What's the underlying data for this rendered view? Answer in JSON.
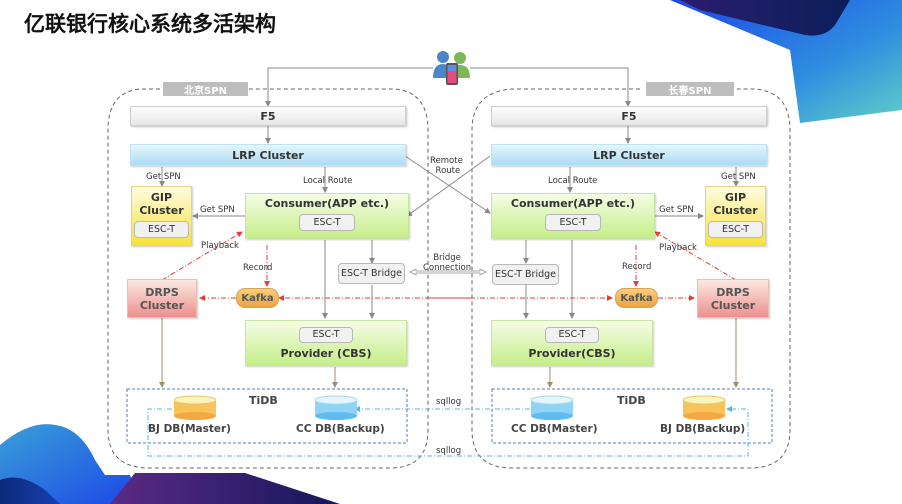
{
  "title": "亿联银行核心系统多活架构",
  "colors": {
    "lrp": "#a9dcf3",
    "gip": "#f7e23c",
    "consumer": "#c5ee88",
    "drps": "#ee8f8f",
    "kafka": "#eca43d",
    "record_arrow": "#e63b3b",
    "sqllog_arrow": "#4fb8e6",
    "tidb_border": "#4f7fb8",
    "region_border": "#666666",
    "accent_blue": "#1c5af0",
    "accent_purple": "#3c1e72"
  },
  "user_icon": "user-with-phone-icon",
  "regions": [
    {
      "name": "北京SPN",
      "f5": "F5",
      "lrp": "LRP Cluster",
      "gip": {
        "line1": "GIP",
        "line2": "Cluster",
        "esc": "ESC-T"
      },
      "consumer": {
        "label": "Consumer(APP etc.)",
        "esc": "ESC-T"
      },
      "bridge": "ESC-T Bridge",
      "provider": {
        "label": "Provider (CBS)",
        "esc": "ESC-T"
      },
      "drps": {
        "line1": "DRPS",
        "line2": "Cluster"
      },
      "kafka": "Kafka",
      "tidb": "TiDB",
      "db_left": "BJ DB(Master)",
      "db_right": "CC DB(Backup)",
      "labels": {
        "get_spn_top": "Get SPN",
        "get_spn_side": "Get SPN",
        "local_route": "Local Route",
        "playback": "Playback",
        "record": "Record"
      }
    },
    {
      "name": "长春SPN",
      "f5": "F5",
      "lrp": "LRP Cluster",
      "gip": {
        "line1": "GIP",
        "line2": "Cluster",
        "esc": "ESC-T"
      },
      "consumer": {
        "label": "Consumer(APP etc.)",
        "esc": "ESC-T"
      },
      "bridge": "ESC-T Bridge",
      "provider": {
        "label": "Provider(CBS)",
        "esc": "ESC-T"
      },
      "drps": {
        "line1": "DRPS",
        "line2": "Cluster"
      },
      "kafka": "Kafka",
      "tidb": "TiDB",
      "db_left": "CC DB(Master)",
      "db_right": "BJ DB(Backup)",
      "labels": {
        "get_spn_top": "Get SPN",
        "get_spn_side": "Get SPN",
        "local_route": "Local Route",
        "playback": "Playback",
        "record": "Record"
      }
    }
  ],
  "center_labels": {
    "remote_route_1": "Remote",
    "remote_route_2": "Route",
    "bridge_connection_1": "Bridge",
    "bridge_connection_2": "Connection",
    "sqllog_top": "sqllog",
    "sqllog_bottom": "sqllog"
  }
}
